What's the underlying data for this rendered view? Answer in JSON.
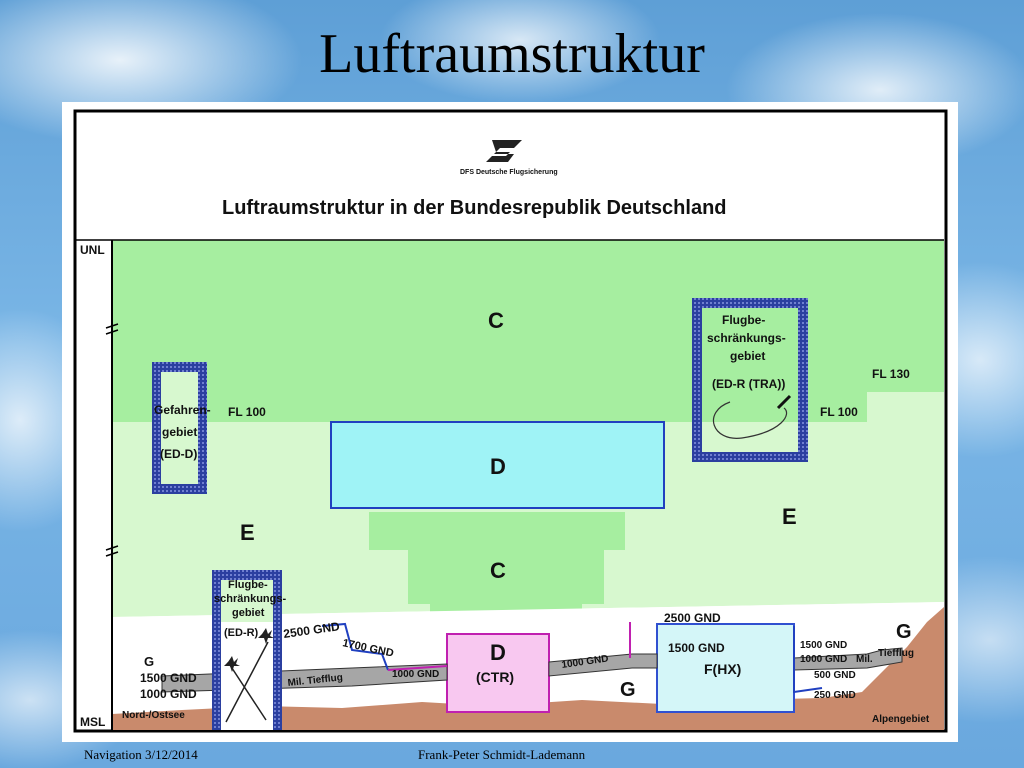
{
  "slide": {
    "title": "Luftraumstruktur",
    "footer_left": "Navigation 3/12/2014",
    "footer_center": "Frank-Peter Schmidt-Lademann"
  },
  "figure": {
    "logo_text": "DFS Deutsche Flugsicherung",
    "heading": "Luftraumstruktur in  der Bundesrepublik  Deutschland",
    "axis": {
      "top": "UNL",
      "bottom": "MSL"
    },
    "classes": {
      "c_upper": "C",
      "d_upper": "D",
      "c_lower": "C",
      "e_left": "E",
      "e_right": "E",
      "d_ctr": "D",
      "ctr": "(CTR)",
      "g_center": "G",
      "g_left": "G",
      "g_right": "G",
      "fhx": "F(HX)"
    },
    "levels": {
      "fl100_left": "FL 100",
      "fl100_right": "FL 100",
      "fl130": "FL 130"
    },
    "restricted": {
      "danger": [
        "Gefahren-",
        "gebiet",
        "(ED-D)"
      ],
      "tra": [
        "Flugbe-",
        "schränkungs-",
        "gebiet",
        "(ED-R (TRA))"
      ],
      "edr": [
        "Flugbe-",
        "schränkungs-",
        "gebiet",
        "(ED-R)"
      ]
    },
    "altitudes": {
      "gnd2500_left": "2500 GND",
      "gnd1700": "1700  GND",
      "gnd1000_a": "1000  GND",
      "gnd1000_b": "1000  GND",
      "gnd2500_right": "2500 GND",
      "gnd1500_right": "1500 GND",
      "gnd1500_cl": "1500 GND",
      "gnd1000_cl": "1000 GND",
      "gnd1500_rr": "1500 GND",
      "gnd1000_rr": "1000 GND",
      "mil_right": "Mil.",
      "tiefflug_right": "Tiefflug",
      "gnd500": "500 GND",
      "gnd250": "250 GND",
      "mil_tiefflug_left": "Mil. Tiefflug"
    },
    "regions": {
      "sea": "Nord-/Ostsee",
      "alps": "Alpengebiet"
    }
  }
}
